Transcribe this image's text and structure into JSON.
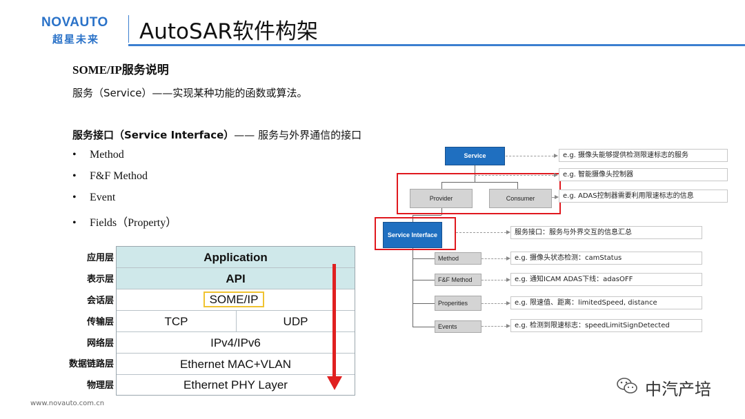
{
  "header": {
    "logo_text": "NOVAUTO",
    "logo_subtitle": "超星未来",
    "title": "AutoSAR软件构架"
  },
  "content": {
    "heading": "SOME/IP服务说明",
    "service_definition": "服务（Service）——实现某种功能的函数或算法。",
    "service_interface_bold": "服务接口（Service Interface）",
    "service_interface_rest": "—— 服务与外界通信的接口",
    "bullets": [
      "Method",
      "F&F Method",
      "Event",
      "Fields（Property）"
    ]
  },
  "stack": {
    "labels": [
      "应用层",
      "表示层",
      "会话层",
      "传输层",
      "网络层",
      "数据链路层",
      "物理层"
    ],
    "rows": {
      "application": "Application",
      "api": "API",
      "session": "SOME/IP",
      "transport_tcp": "TCP",
      "transport_udp": "UDP",
      "network": "IPv4/IPv6",
      "datalink": "Ethernet MAC+VLAN",
      "physical": "Ethernet PHY Layer"
    }
  },
  "diagram": {
    "nodes": {
      "service": "Service",
      "provider": "Provider",
      "consumer": "Consumer",
      "service_interface": "Service Interface",
      "method": "Method",
      "ff_method": "F&F Method",
      "properities": "Properities",
      "events": "Events"
    },
    "notes": {
      "service": "e.g. 摄像头能够提供检测限速标志的服务",
      "provider": "e.g. 智能摄像头控制器",
      "consumer": "e.g. ADAS控制器需要利用限速标志的信息",
      "service_interface": "服务接口：服务与外界交互的信息汇总",
      "method": "e.g. 摄像头状态检测：camStatus",
      "ff_method": "e.g. 通知ICAM ADAS下线：adasOFF",
      "properities": "e.g. 限速值、距离：limitedSpeed, distance",
      "events": "e.g. 检测到限速标志：speedLimitSignDetected"
    }
  },
  "footer": {
    "url": "www.novauto.com.cn",
    "watermark": "中汽产培"
  },
  "colors": {
    "brand_blue": "#2a72c8",
    "node_blue": "#1f6fc0",
    "highlight_red": "#e0171d",
    "stack_teal": "#cfe8ea",
    "someip_yellow": "#f0c330"
  }
}
